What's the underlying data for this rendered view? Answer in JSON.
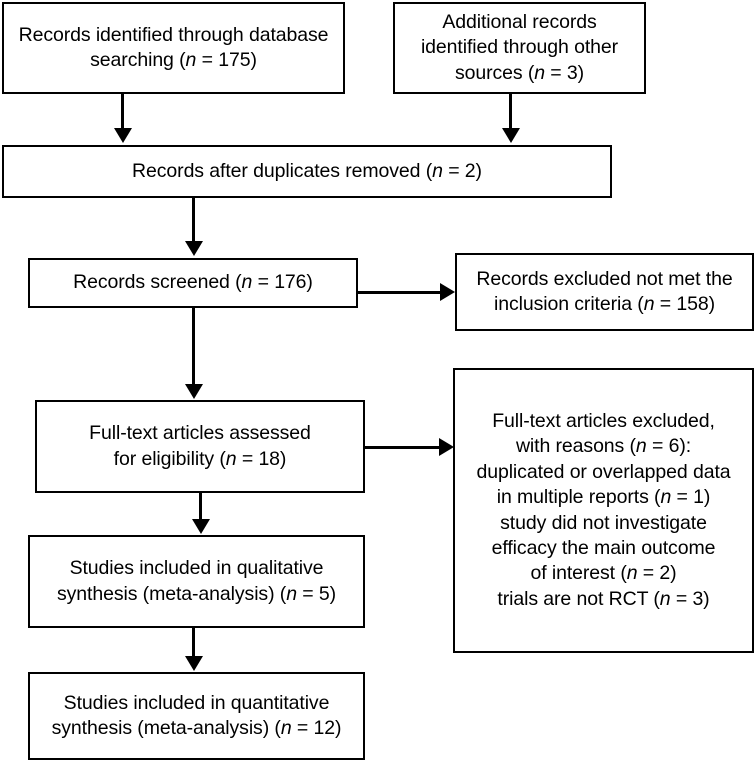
{
  "diagram": {
    "type": "prisma-flow-diagram",
    "colors": {
      "box_border": "#000000",
      "box_fill": "#ffffff",
      "connector": "#000000",
      "text": "#000000"
    },
    "nodes": [
      {
        "id": "records-identified-database",
        "text": "Records identified through database\nsearching (n = 175)",
        "count_label": "n = 175",
        "count": 175
      },
      {
        "id": "additional-records-other-sources",
        "text": "Additional records\nidentified through other\nsources (n = 3)",
        "count_label": "n = 3",
        "count": 3
      },
      {
        "id": "records-after-duplicates-removed",
        "text": "Records after duplicates removed (n = 2)",
        "count_label": "n = 2",
        "count": 2
      },
      {
        "id": "records-screened",
        "text": "Records screened (n = 176)",
        "count_label": "n = 176",
        "count": 176
      },
      {
        "id": "records-excluded",
        "text": "Records excluded not met the\ninclusion criteria (n = 158)",
        "count_label": "n = 158",
        "count": 158
      },
      {
        "id": "full-text-assessed",
        "text": "Full-text articles assessed\nfor eligibility (n = 18)",
        "count_label": "n = 18",
        "count": 18
      },
      {
        "id": "full-text-excluded",
        "text": "Full-text articles excluded,\nwith reasons (n = 6):\nduplicated or overlapped data\nin multiple reports (n = 1)\nstudy did not investigate\nefficacy the main outcome\nof interest (n = 2)\ntrials are not RCT (n = 3)",
        "count_label": "n = 6",
        "count": 6,
        "reasons": [
          {
            "label": "duplicated or overlapped data in multiple reports",
            "count_label": "n = 1",
            "count": 1
          },
          {
            "label": "study did not investigate efficacy the main outcome of interest",
            "count_label": "n = 2",
            "count": 2
          },
          {
            "label": "trials are not RCT",
            "count_label": "n = 3",
            "count": 3
          }
        ]
      },
      {
        "id": "qualitative-synthesis",
        "text": "Studies included in qualitative\nsynthesis (meta-analysis) (n = 5)",
        "count_label": "n = 5",
        "count": 5
      },
      {
        "id": "quantitative-synthesis",
        "text": "Studies included in quantitative\nsynthesis (meta-analysis) (n = 12)",
        "count_label": "n = 12",
        "count": 12
      }
    ],
    "connectors": [
      {
        "from": "records-identified-database",
        "to": "records-after-duplicates-removed",
        "direction": "down"
      },
      {
        "from": "additional-records-other-sources",
        "to": "records-after-duplicates-removed",
        "direction": "down"
      },
      {
        "from": "records-after-duplicates-removed",
        "to": "records-screened",
        "direction": "down"
      },
      {
        "from": "records-screened",
        "to": "records-excluded",
        "direction": "right"
      },
      {
        "from": "records-screened",
        "to": "full-text-assessed",
        "direction": "down"
      },
      {
        "from": "full-text-assessed",
        "to": "full-text-excluded",
        "direction": "right"
      },
      {
        "from": "full-text-assessed",
        "to": "qualitative-synthesis",
        "direction": "down"
      },
      {
        "from": "qualitative-synthesis",
        "to": "quantitative-synthesis",
        "direction": "down"
      }
    ]
  }
}
